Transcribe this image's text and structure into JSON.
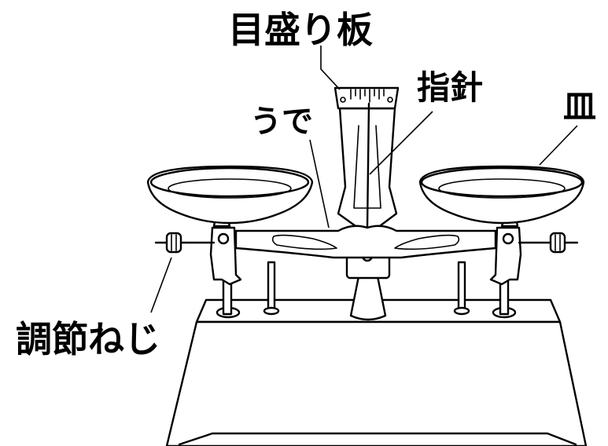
{
  "labels": {
    "scale_plate": "目盛り板",
    "pointer": "指針",
    "arm": "うで",
    "pan": "皿",
    "adjusting_screw": "調節ねじ"
  }
}
